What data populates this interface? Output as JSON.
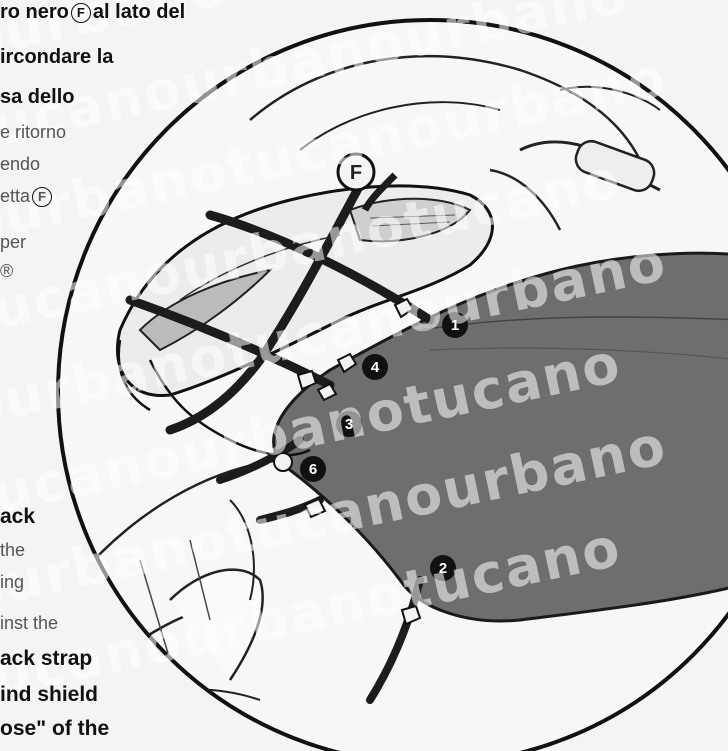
{
  "top_text": {
    "line1_prefix": "ro nero",
    "line1_marker": "F",
    "line1_suffix": "al lato del",
    "line2": "ircondare la",
    "line3": "sa dello",
    "line4": "e ritorno",
    "line5": "endo",
    "line6_prefix": "etta",
    "line6_marker": "F",
    "line7": "per",
    "line8_marker": "®"
  },
  "bottom_text": {
    "line1": "ack",
    "line2": "the",
    "line3": "ing",
    "line4": "inst the",
    "line5": "ack strap",
    "line6": "ind shield",
    "line7": "ose\" of the"
  },
  "watermark": {
    "text": "ourbano",
    "rows": [
      "ourbanotucanotucano",
      "tucanourbanourbano",
      "ourbanotucanourbano",
      "tucanourbanotucano",
      "ourbanotucanourbano",
      "tucanourbanotucano",
      "ourbanotucanourbano",
      "tucanourbanotucano"
    ]
  },
  "illustration": {
    "marker_F": "F",
    "callouts": [
      "1",
      "2",
      "3",
      "4",
      "6"
    ],
    "colors": {
      "cover": "#6b6b6b",
      "ink": "#111111",
      "paper": "#f4f4f4",
      "strap": "#2a2a2a"
    }
  }
}
